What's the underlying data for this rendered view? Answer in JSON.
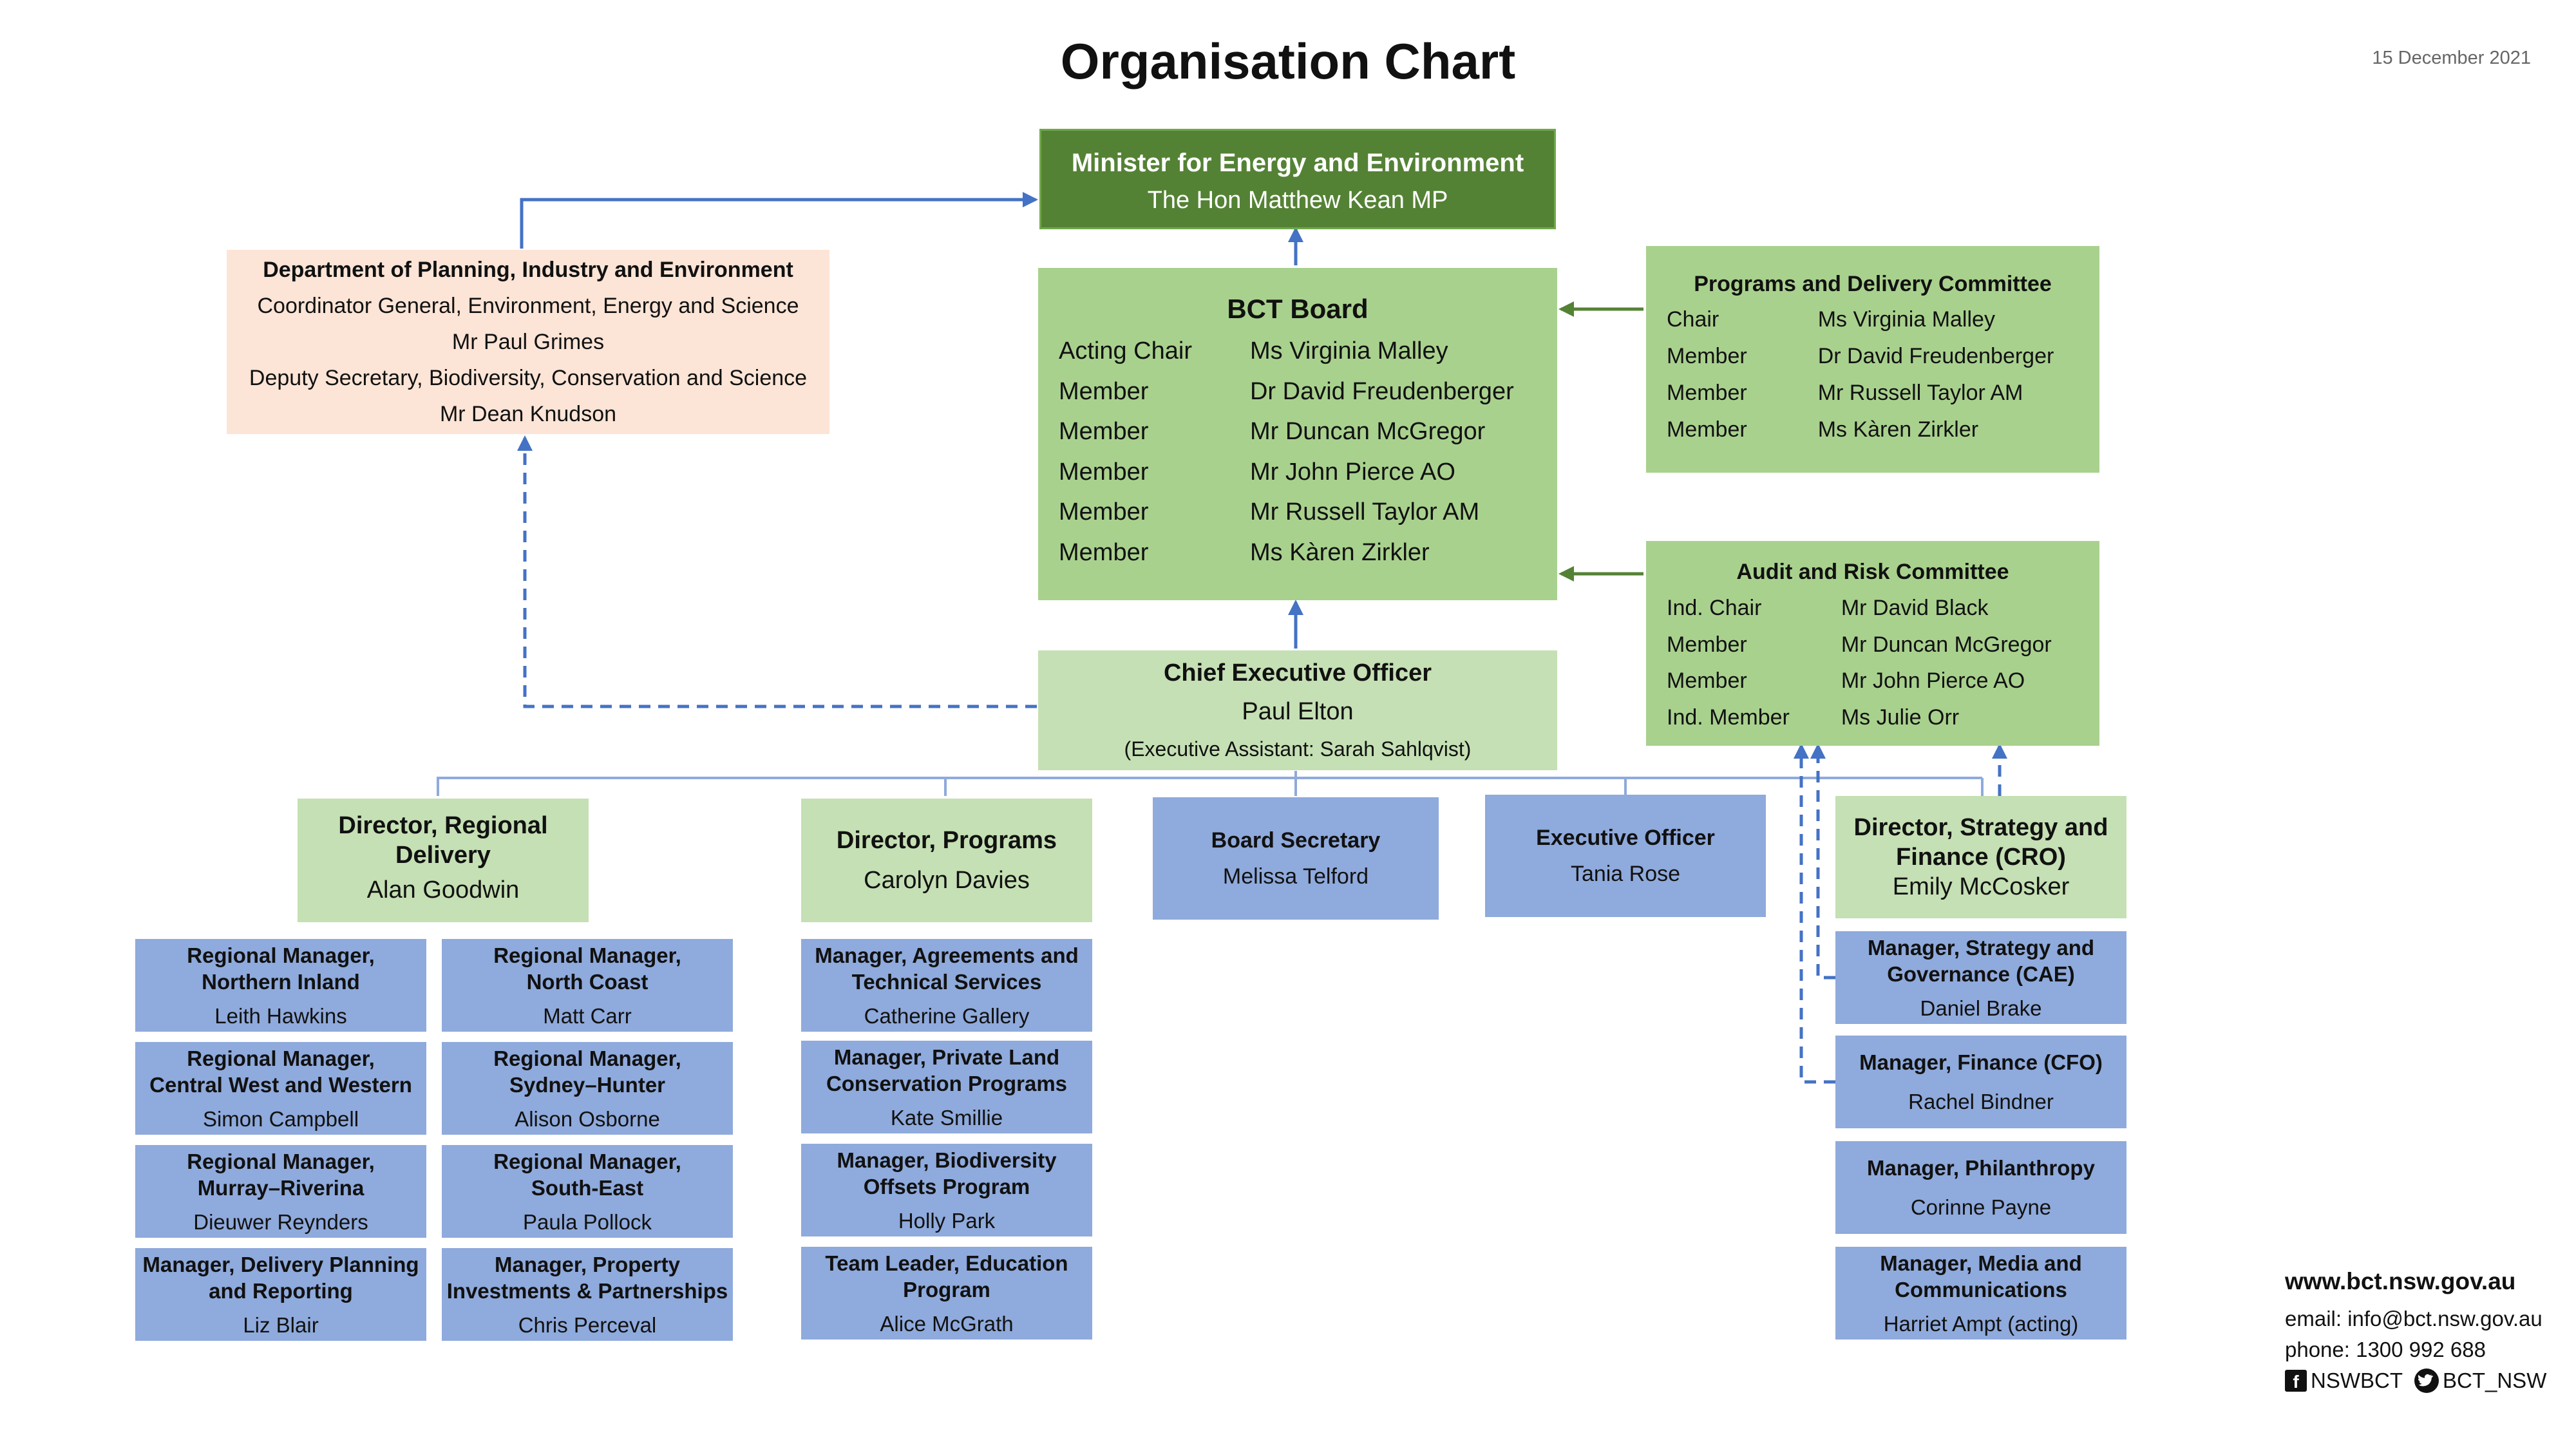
{
  "header": {
    "title": "Organisation Chart",
    "date": "15 December 2021"
  },
  "minister": {
    "title": "Minister for Energy and Environment",
    "name": "The Hon Matthew Kean MP"
  },
  "dpie": {
    "title": "Department of Planning, Industry and Environment",
    "lines": [
      "Coordinator General, Environment, Energy and Science",
      "Mr Paul Grimes",
      "Deputy Secretary, Biodiversity, Conservation and Science",
      "Mr Dean Knudson"
    ]
  },
  "board": {
    "title": "BCT Board",
    "members": [
      {
        "role": "Acting Chair",
        "name": "Ms Virginia Malley"
      },
      {
        "role": "Member",
        "name": "Dr David Freudenberger"
      },
      {
        "role": "Member",
        "name": "Mr Duncan McGregor"
      },
      {
        "role": "Member",
        "name": "Mr John Pierce AO"
      },
      {
        "role": "Member",
        "name": "Mr Russell Taylor AM"
      },
      {
        "role": "Member",
        "name": "Ms Kàren Zirkler"
      }
    ]
  },
  "pdc": {
    "title": "Programs and Delivery Committee",
    "members": [
      {
        "role": "Chair",
        "name": "Ms Virginia Malley"
      },
      {
        "role": "Member",
        "name": "Dr David Freudenberger"
      },
      {
        "role": "Member",
        "name": "Mr Russell Taylor AM"
      },
      {
        "role": "Member",
        "name": "Ms Kàren Zirkler"
      }
    ]
  },
  "arc": {
    "title": "Audit and Risk Committee",
    "members": [
      {
        "role": "Ind. Chair",
        "name": "Mr David Black"
      },
      {
        "role": "Member",
        "name": "Mr Duncan McGregor"
      },
      {
        "role": "Member",
        "name": "Mr John Pierce AO"
      },
      {
        "role": "Ind. Member",
        "name": "Ms Julie Orr"
      }
    ]
  },
  "ceo": {
    "title": "Chief Executive Officer",
    "name": "Paul Elton",
    "assistant": "(Executive Assistant: Sarah Sahlqvist)"
  },
  "directors": {
    "regional": {
      "title1": "Director, Regional",
      "title2": "Delivery",
      "name": "Alan Goodwin"
    },
    "programs": {
      "title": "Director, Programs",
      "name": "Carolyn Davies"
    },
    "secretary": {
      "title": "Board Secretary",
      "name": "Melissa Telford"
    },
    "exec_officer": {
      "title": "Executive Officer",
      "name": "Tania Rose"
    },
    "strategy": {
      "title1": "Director, Strategy and",
      "title2": "Finance (CRO)",
      "name": "Emily McCosker"
    }
  },
  "regional_left": [
    {
      "title1": "Regional Manager,",
      "title2": "Northern Inland",
      "name": "Leith Hawkins"
    },
    {
      "title1": "Regional Manager,",
      "title2": "Central West and Western",
      "name": "Simon Campbell"
    },
    {
      "title1": "Regional Manager,",
      "title2": "Murray–Riverina",
      "name": "Dieuwer Reynders"
    },
    {
      "title1": "Manager, Delivery Planning",
      "title2": "and Reporting",
      "name": "Liz Blair"
    }
  ],
  "regional_right": [
    {
      "title1": "Regional Manager,",
      "title2": "North Coast",
      "name": "Matt Carr"
    },
    {
      "title1": "Regional Manager,",
      "title2": "Sydney–Hunter",
      "name": "Alison Osborne"
    },
    {
      "title1": "Regional Manager,",
      "title2": "South-East",
      "name": "Paula Pollock"
    },
    {
      "title1": "Manager, Property",
      "title2": "Investments & Partnerships",
      "name": "Chris Perceval"
    }
  ],
  "programs_team": [
    {
      "title1": "Manager, Agreements and",
      "title2": "Technical Services",
      "name": "Catherine Gallery"
    },
    {
      "title1": "Manager, Private Land",
      "title2": "Conservation Programs",
      "name": "Kate Smillie"
    },
    {
      "title1": "Manager, Biodiversity",
      "title2": "Offsets Program",
      "name": "Holly Park"
    },
    {
      "title1": "Team Leader, Education",
      "title2": "Program",
      "name": "Alice McGrath"
    }
  ],
  "strategy_team": [
    {
      "title1": "Manager, Strategy and",
      "title2": "Governance (CAE)",
      "name": "Daniel Brake"
    },
    {
      "title1": "Manager, Finance (CFO)",
      "title2": "",
      "name": "Rachel Bindner"
    },
    {
      "title1": "Manager, Philanthropy",
      "title2": "",
      "name": "Corinne Payne"
    },
    {
      "title1": "Manager, Media and",
      "title2": "Communications",
      "name": "Harriet Ampt (acting)"
    }
  ],
  "contact": {
    "website": "www.bct.nsw.gov.au",
    "email": "email: info@bct.nsw.gov.au",
    "phone": "phone: 1300 992 688",
    "facebook": "NSWBCT",
    "twitter": "BCT_NSW"
  },
  "colors": {
    "minister": "#548235",
    "board": "#a9d18e",
    "ceo": "#c5e0b4",
    "dpie": "#fce4d6",
    "teams": "#8faadc",
    "connector_blue": "#4472c4",
    "connector_green": "#548235"
  }
}
